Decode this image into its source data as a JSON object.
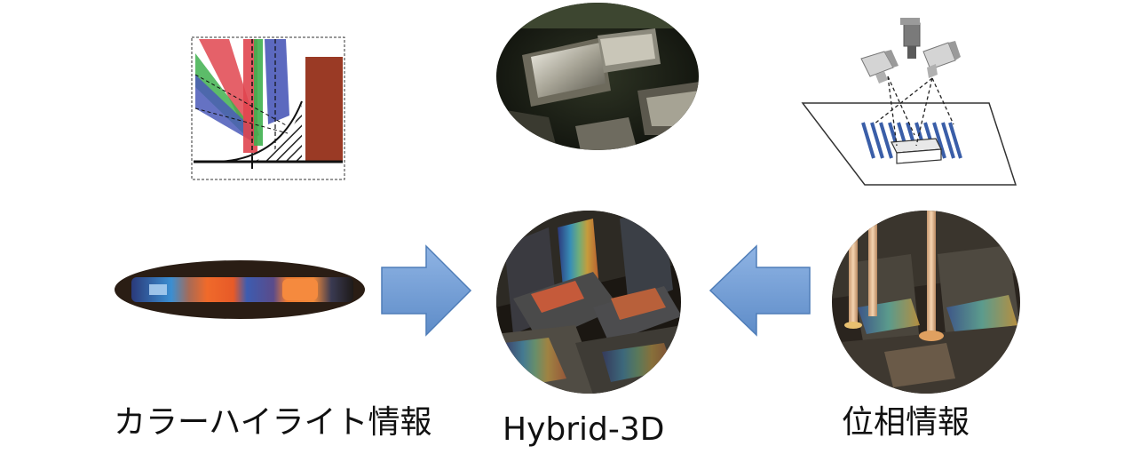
{
  "captions": {
    "color_highlight": "カラーハイライト情報",
    "hybrid": "Hybrid-3D",
    "phase": "位相情報"
  },
  "colors": {
    "arrow_fill": "#6f9bd4",
    "arrow_edge": "#4f7db8",
    "color_red": "#e0454f",
    "color_green": "#3fb04f",
    "color_blue": "#4a59b8",
    "bar_brown": "#9a3a25"
  },
  "icons": {
    "arrow_right": "right-arrow-icon",
    "arrow_left": "left-arrow-icon",
    "camera": "camera-icon"
  }
}
